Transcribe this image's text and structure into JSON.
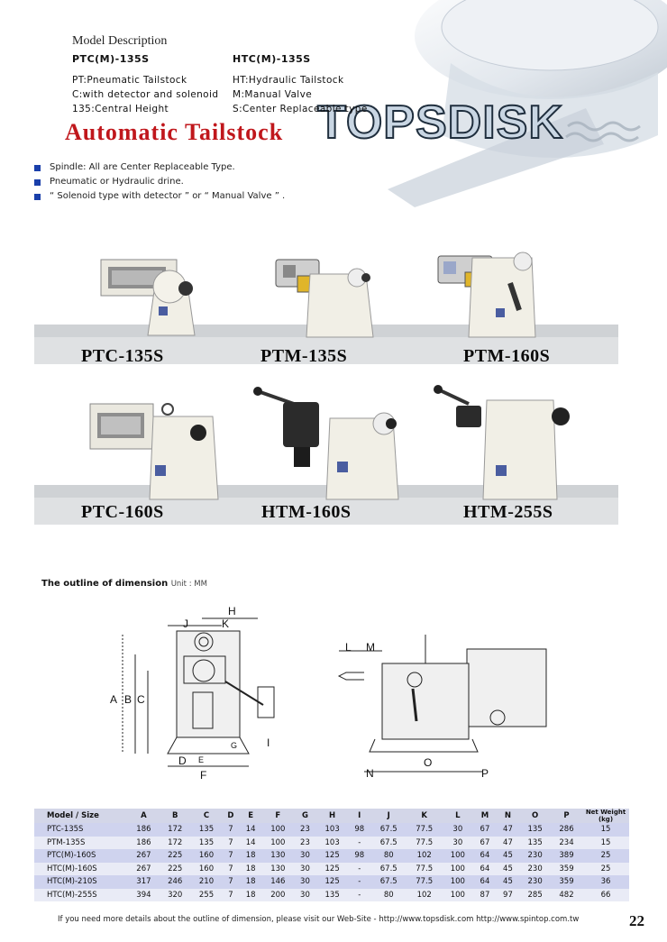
{
  "brand": "TOPSDISK",
  "model_description": {
    "title": "Model Description",
    "code_left": "PTC(M)-135S",
    "code_right": "HTC(M)-135S",
    "left_defs": [
      "PT:Pneumatic Tailstock",
      "C:with detector and solenoid",
      "135:Central Height"
    ],
    "right_defs": [
      "HT:Hydraulic Tailstock",
      "M:Manual Valve",
      "S:Center Replaceable type"
    ]
  },
  "headline": "Automatic Tailstock",
  "bullets": [
    "Spindle: All are Center Replaceable Type.",
    "Pneumatic or Hydraulic drine.",
    "“ Solenoid type with detector ” or “ Manual Valve ” ."
  ],
  "products": [
    {
      "name": "PTC-135S",
      "variant": "pneumatic-detector"
    },
    {
      "name": "PTM-135S",
      "variant": "pneumatic-manual"
    },
    {
      "name": "PTM-160S",
      "variant": "pneumatic-manual-large"
    },
    {
      "name": "PTC-160S",
      "variant": "pneumatic-detector-large"
    },
    {
      "name": "HTM-160S",
      "variant": "hydraulic-manual"
    },
    {
      "name": "HTM-255S",
      "variant": "hydraulic-manual-tall"
    }
  ],
  "outline": {
    "title": "The outline of dimension",
    "unit": "Unit : MM",
    "front_labels": {
      "H": "H",
      "J": "J",
      "K": "K",
      "A": "A",
      "B": "B",
      "C": "C",
      "D": "D",
      "E": "E",
      "G": "G",
      "I": "I",
      "F": "F"
    },
    "side_labels": {
      "L": "L",
      "M": "M",
      "N": "N",
      "O": "O",
      "P": "P"
    }
  },
  "spec_table": {
    "headers": [
      "Model / Size",
      "A",
      "B",
      "C",
      "D",
      "E",
      "F",
      "G",
      "H",
      "I",
      "J",
      "K",
      "L",
      "M",
      "N",
      "O",
      "P",
      "Net Weight (kg)"
    ],
    "rows": [
      [
        "PTC-135S",
        "186",
        "172",
        "135",
        "7",
        "14",
        "100",
        "23",
        "103",
        "98",
        "67.5",
        "77.5",
        "30",
        "67",
        "47",
        "135",
        "286",
        "15"
      ],
      [
        "PTM-135S",
        "186",
        "172",
        "135",
        "7",
        "14",
        "100",
        "23",
        "103",
        "-",
        "67.5",
        "77.5",
        "30",
        "67",
        "47",
        "135",
        "234",
        "15"
      ],
      [
        "PTC(M)-160S",
        "267",
        "225",
        "160",
        "7",
        "18",
        "130",
        "30",
        "125",
        "98",
        "80",
        "102",
        "100",
        "64",
        "45",
        "230",
        "389",
        "25"
      ],
      [
        "HTC(M)-160S",
        "267",
        "225",
        "160",
        "7",
        "18",
        "130",
        "30",
        "125",
        "-",
        "67.5",
        "77.5",
        "100",
        "64",
        "45",
        "230",
        "359",
        "25"
      ],
      [
        "HTC(M)-210S",
        "317",
        "246",
        "210",
        "7",
        "18",
        "146",
        "30",
        "125",
        "-",
        "67.5",
        "77.5",
        "100",
        "64",
        "45",
        "230",
        "359",
        "36"
      ],
      [
        "HTC(M)-255S",
        "394",
        "320",
        "255",
        "7",
        "18",
        "200",
        "30",
        "135",
        "-",
        "80",
        "102",
        "100",
        "87",
        "97",
        "285",
        "482",
        "66"
      ]
    ]
  },
  "footer": "If you need more details about the outline of dimension, please visit our Web-Site - http://www.topsdisk.com  http://www.spintop.com.tw",
  "page_number": "22",
  "colors": {
    "accent_red": "#c0171c",
    "bullet_blue": "#1a3faa",
    "table_row": "#cfd3ee",
    "band": "#dfe1e3",
    "machine_body": "#f1efe6"
  }
}
